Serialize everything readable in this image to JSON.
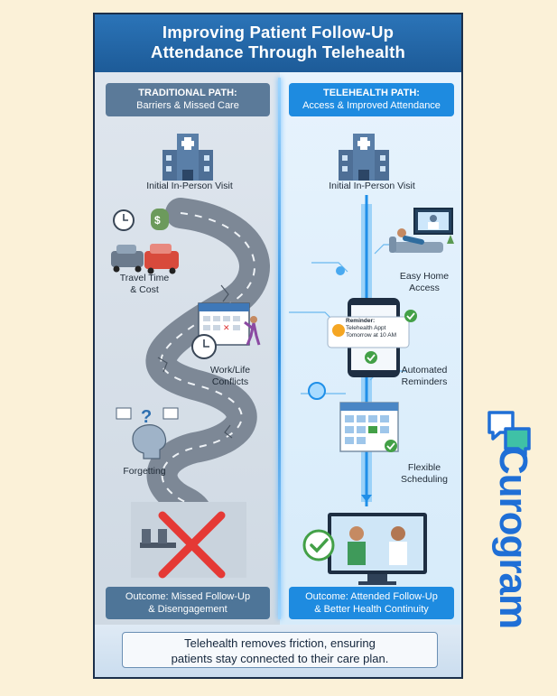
{
  "header": {
    "title_line1": "Improving Patient Follow-Up",
    "title_line2": "Attendance Through Telehealth"
  },
  "traditional": {
    "title": "TRADITIONAL PATH:",
    "subtitle": "Barriers & Missed Care",
    "steps": {
      "initial": "Initial In-Person Visit",
      "travel_1": "Travel Time",
      "travel_2": "& Cost",
      "work_1": "Work/Life",
      "work_2": "Conflicts",
      "forgetting": "Forgetting"
    },
    "outcome_1": "Outcome: Missed Follow-Up",
    "outcome_2": "& Disengagement"
  },
  "telehealth": {
    "title": "TELEHEALTH PATH:",
    "subtitle": "Access & Improved Attendance",
    "steps": {
      "initial": "Initial In-Person Visit",
      "home_1": "Easy Home",
      "home_2": "Access",
      "reminder_title": "Reminder:",
      "reminder_line1": "Telehealth Appt",
      "reminder_line2": "Tomorrow at 10 AM",
      "auto_1": "Automated",
      "auto_2": "Reminders",
      "flex_1": "Flexible",
      "flex_2": "Scheduling"
    },
    "outcome_1": "Outcome: Attended Follow-Up",
    "outcome_2": "& Better Health Continuity"
  },
  "footer": {
    "line1": "Telehealth removes friction, ensuring",
    "line2": "patients stay connected to their care plan."
  },
  "brand": {
    "name": "Curogram"
  },
  "colors": {
    "background": "#fbf1d8",
    "header_blue": "#2b74b8",
    "traditional_slate": "#5b7a99",
    "telehealth_blue": "#1e8be0",
    "alert_red": "#e53935",
    "success_green": "#43a047",
    "brand_blue": "#1f6fd6"
  }
}
